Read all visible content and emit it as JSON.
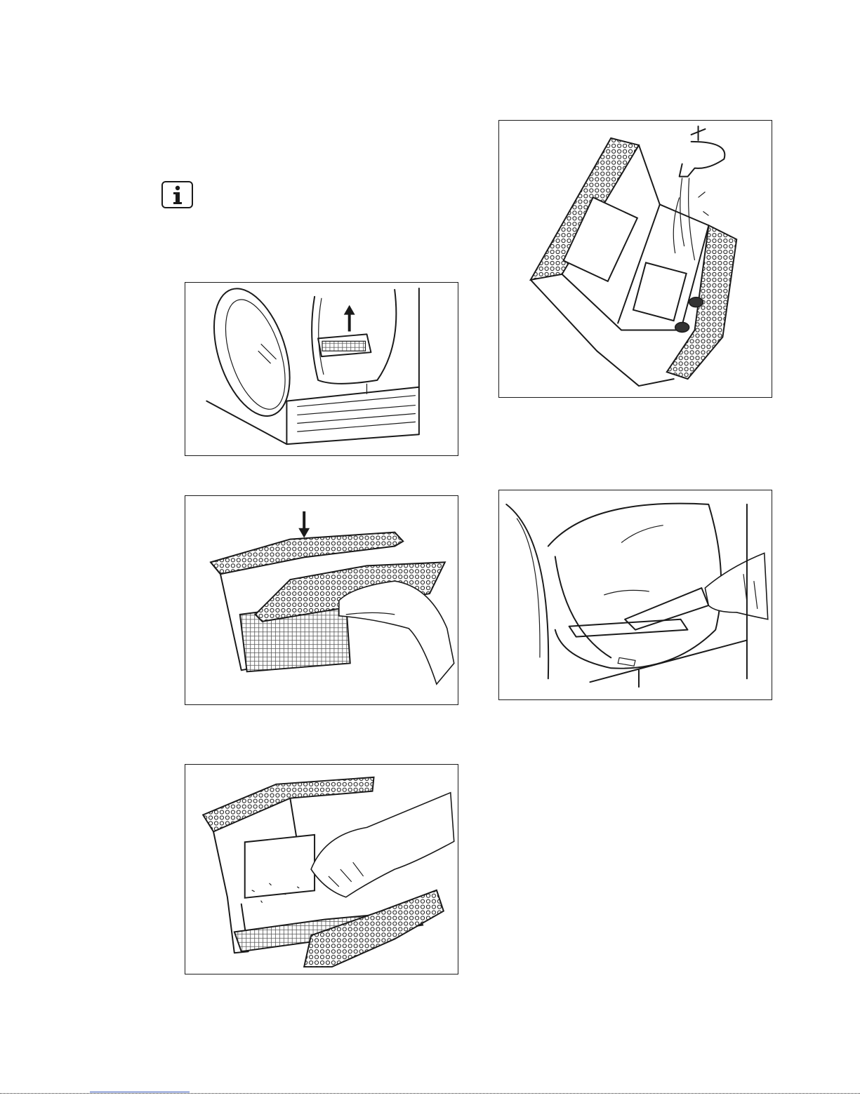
{
  "page": {
    "background": "#ffffff",
    "line_color": "#1a1a1a"
  },
  "icons": {
    "info": "info-icon",
    "arrow_up": "arrow-up-icon",
    "arrow_down": "arrow-down-icon"
  },
  "figures": [
    {
      "id": "fig-remove-filter",
      "depicts": "dryer-door-filter-up"
    },
    {
      "id": "fig-open-filter",
      "depicts": "filter-open-pressed"
    },
    {
      "id": "fig-clean-filter",
      "depicts": "filter-wipe-by-hand"
    },
    {
      "id": "fig-wash-filter",
      "depicts": "filter-under-tap"
    },
    {
      "id": "fig-vacuum-seat",
      "depicts": "vacuum-filter-seat"
    }
  ]
}
